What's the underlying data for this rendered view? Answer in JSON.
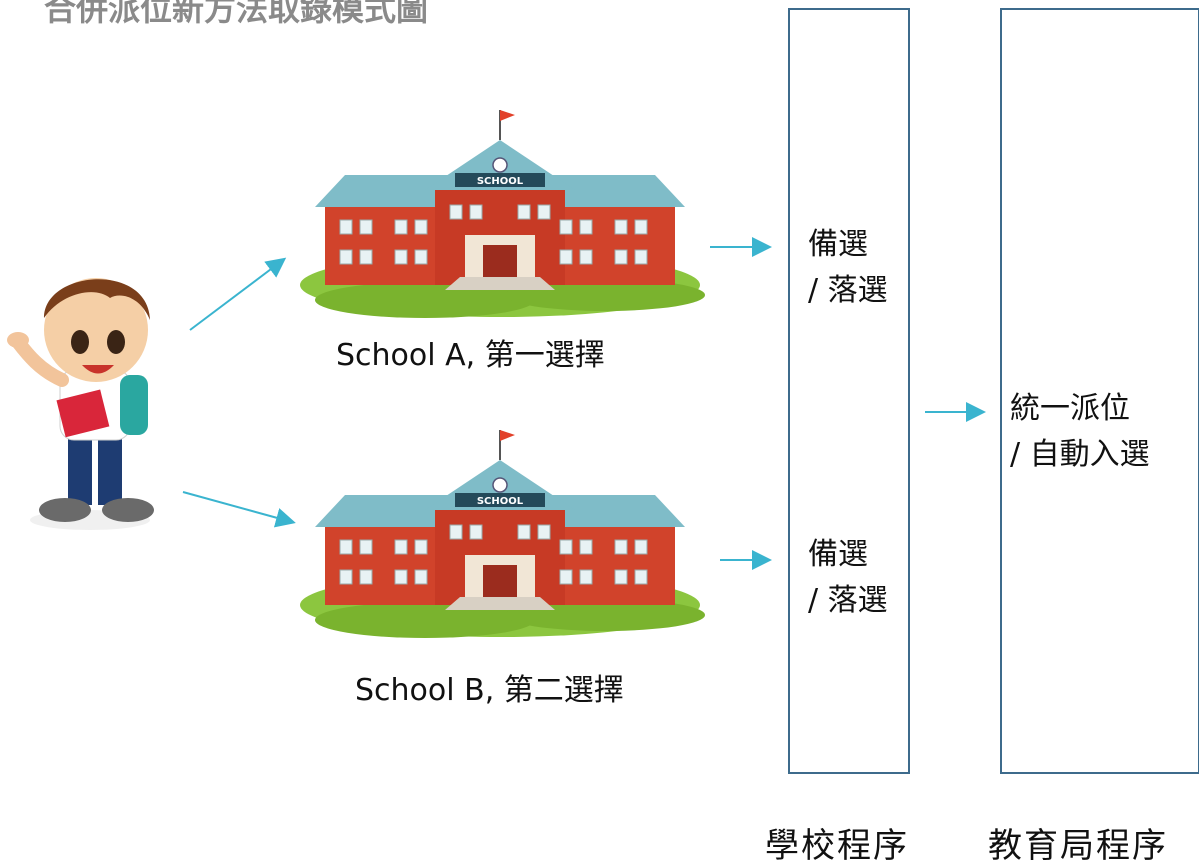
{
  "title": "合併派位新方法取錄模式圖",
  "school_a": {
    "caption": "School A, 第一選擇",
    "sign": "SCHOOL"
  },
  "school_b": {
    "caption": "School B, 第二選擇",
    "sign": "SCHOOL"
  },
  "school_process": {
    "result_a": {
      "line1": "備選",
      "line2": "/ 落選"
    },
    "result_b": {
      "line1": "備選",
      "line2": "/ 落選"
    },
    "label": "學校程序"
  },
  "edb_process": {
    "line1": "統一派位",
    "line2": "/ 自動入選",
    "label": "教育局程序"
  },
  "colors": {
    "arrow": "#3ab4cf",
    "box_border": "#3d6b8c",
    "title": "#8a8a8a"
  }
}
